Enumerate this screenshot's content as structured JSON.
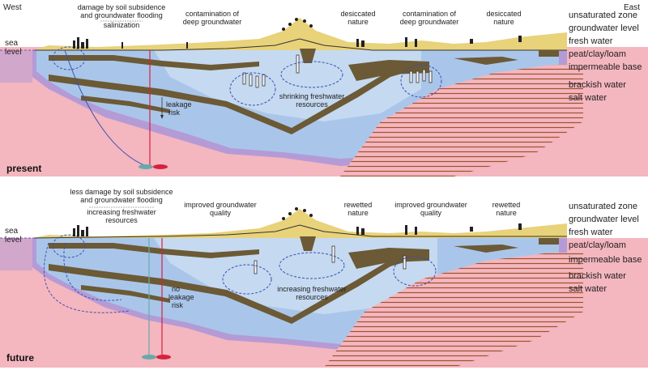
{
  "compass": {
    "west": "West",
    "east": "East"
  },
  "sea_level": {
    "line1": "sea",
    "line2": "level"
  },
  "colors": {
    "unsaturated": "#e8d27a",
    "fresh": "#a9c6ea",
    "fresh_light": "#c5d9f1",
    "peat": "#6b5a35",
    "salt": "#f4b6bf",
    "brackish": "#b49bd6",
    "legend_unsat": "#c9a200",
    "legend_fresh": "#2ea7e0",
    "legend_peat": "#5a4a1e",
    "legend_impermeable": "#a0522d",
    "legend_brackish": "#8e44ad",
    "legend_salt": "#e26a8a"
  },
  "legend": [
    {
      "key": "unsaturated",
      "label": "unsaturated zone"
    },
    {
      "key": "groundwater",
      "label": "groundwater level"
    },
    {
      "key": "fresh",
      "label": "fresh water"
    },
    {
      "key": "peat",
      "label": "peat/clay/loam"
    },
    {
      "key": "impermeable",
      "label": "impermeable base"
    },
    {
      "key": "brackish",
      "label": "brackish water"
    },
    {
      "key": "salt",
      "label": "salt water"
    }
  ],
  "present": {
    "panel_label": "present",
    "damage_1": "damage by soil subsidence",
    "damage_2": "and groundwater flooding",
    "salinization": "salinization",
    "contam_1": "contamination of",
    "contam_2": "deep groundwater",
    "desiccated_1": "desiccated",
    "desiccated_2": "nature",
    "contam2_1": "contamination of",
    "contam2_2": "deep groundwater",
    "desiccated2_1": "desiccated",
    "desiccated2_2": "nature",
    "leakage_1": "leakage",
    "leakage_2": "risk",
    "shrinking_1": "shrinking freshwater",
    "shrinking_2": "resources"
  },
  "future": {
    "panel_label": "future",
    "less_1": "less damage by soil subsidence",
    "less_2": "and groundwater flooding",
    "incr_1": "increasing freshwater",
    "incr_2": "resources",
    "improved_1": "improved groundwater",
    "improved_2": "quality",
    "rewetted_1": "rewetted",
    "rewetted_2": "nature",
    "improved2_1": "improved groundwater",
    "improved2_2": "quality",
    "rewetted2_1": "rewetted",
    "rewetted2_2": "nature",
    "noleak_1": "no",
    "noleak_2": "leakage",
    "noleak_3": "risk",
    "increasing_1": "increasing freshwater",
    "increasing_2": "resources"
  }
}
